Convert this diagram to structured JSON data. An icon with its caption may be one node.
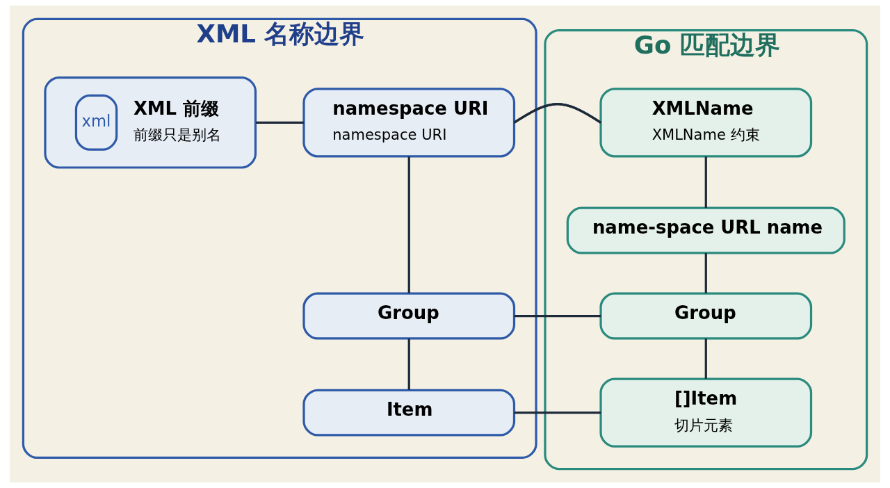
{
  "diagram": {
    "nodes": [
      {
        "text": [
          "XML 名称边界"
        ]
      },
      {
        "text": [
          "xml",
          "XML 前缀",
          "前缀只是别名"
        ],
        "in": 0
      },
      {
        "text": [
          "namespace URI",
          "namespace URI"
        ],
        "in": 0
      },
      {
        "text": [
          "Group"
        ],
        "in": 0
      },
      {
        "text": [
          "Item"
        ],
        "in": 0
      },
      {
        "text": [
          "Go 匹配边界"
        ]
      },
      {
        "text": [
          "XMLName",
          "XMLName 约束"
        ],
        "in": 5
      },
      {
        "text": [
          "name-space URL name"
        ],
        "in": 5
      },
      {
        "text": [
          "Group"
        ],
        "in": 5
      },
      {
        "text": [
          "[]Item",
          "切片元素"
        ],
        "in": 5
      }
    ],
    "edges": [
      {
        "from": 1,
        "to": 2,
        "arrow": "none"
      },
      {
        "from": 2,
        "to": 3,
        "arrow": "none"
      },
      {
        "from": 3,
        "to": 4,
        "arrow": "none"
      },
      {
        "from": 2,
        "to": 6,
        "arrow": "none"
      },
      {
        "from": 6,
        "to": 7,
        "arrow": "none"
      },
      {
        "from": 7,
        "to": 8,
        "arrow": "none"
      },
      {
        "from": 8,
        "to": 9,
        "arrow": "none"
      },
      {
        "from": 3,
        "to": 8,
        "arrow": "none"
      },
      {
        "from": 4,
        "to": 9,
        "arrow": "none"
      }
    ]
  }
}
